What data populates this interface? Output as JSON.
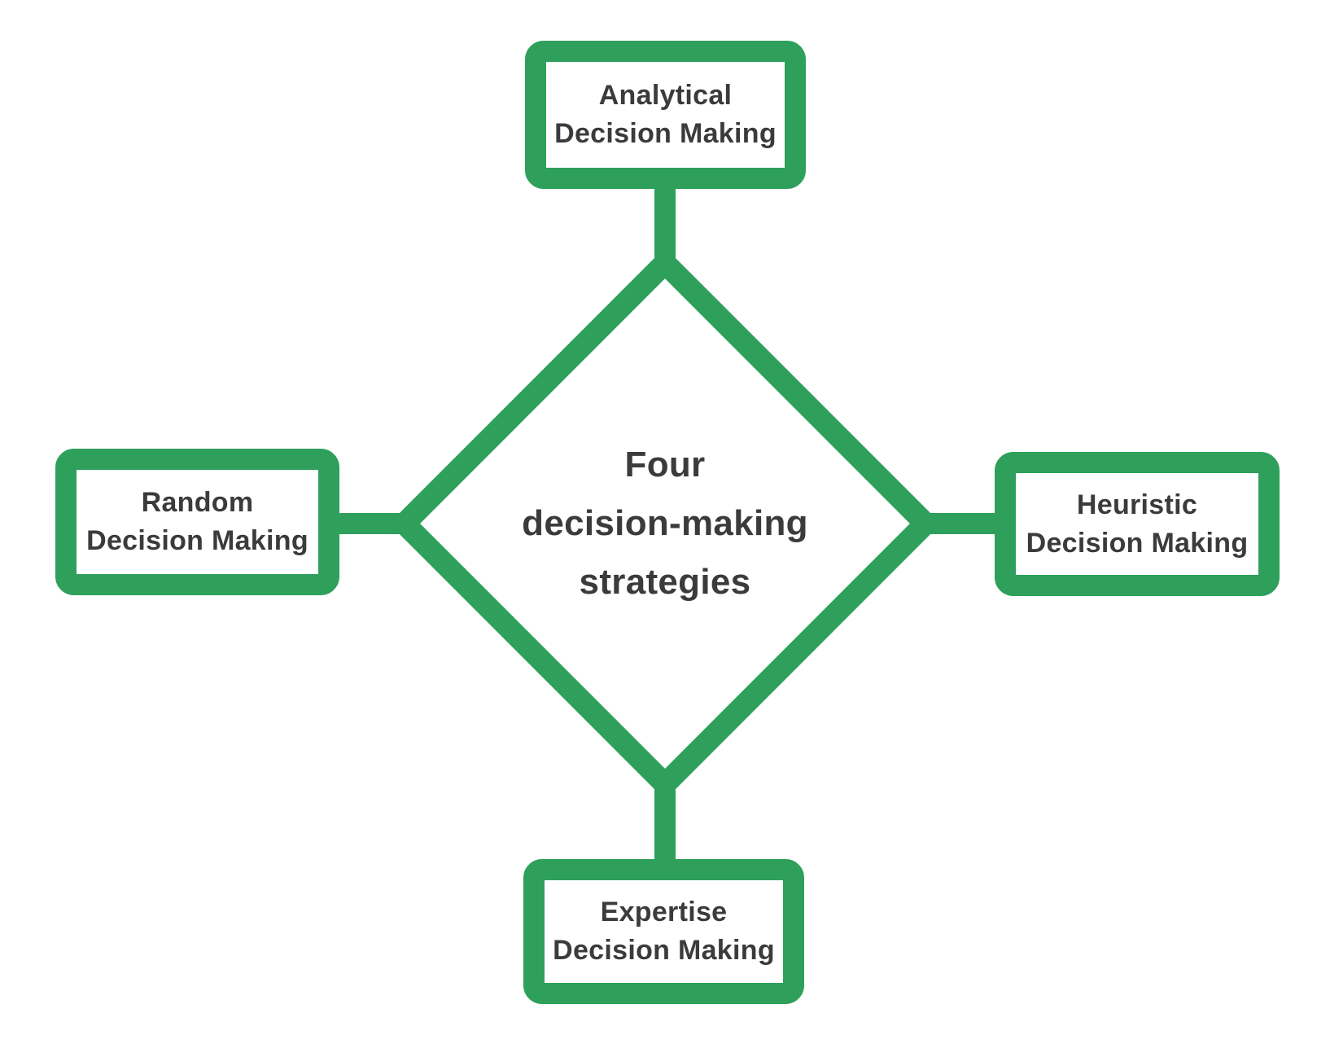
{
  "colors": {
    "green": "#2ea05b",
    "text": "#3b3b3b",
    "bg": "#ffffff"
  },
  "diagram": {
    "center_label": "Four\ndecision-making\nstrategies",
    "nodes": [
      {
        "position": "top",
        "label": "Analytical\nDecision Making"
      },
      {
        "position": "left",
        "label": "Random\nDecision Making"
      },
      {
        "position": "right",
        "label": "Heuristic\nDecision Making"
      },
      {
        "position": "bottom",
        "label": "Expertise\nDecision Making"
      }
    ]
  }
}
